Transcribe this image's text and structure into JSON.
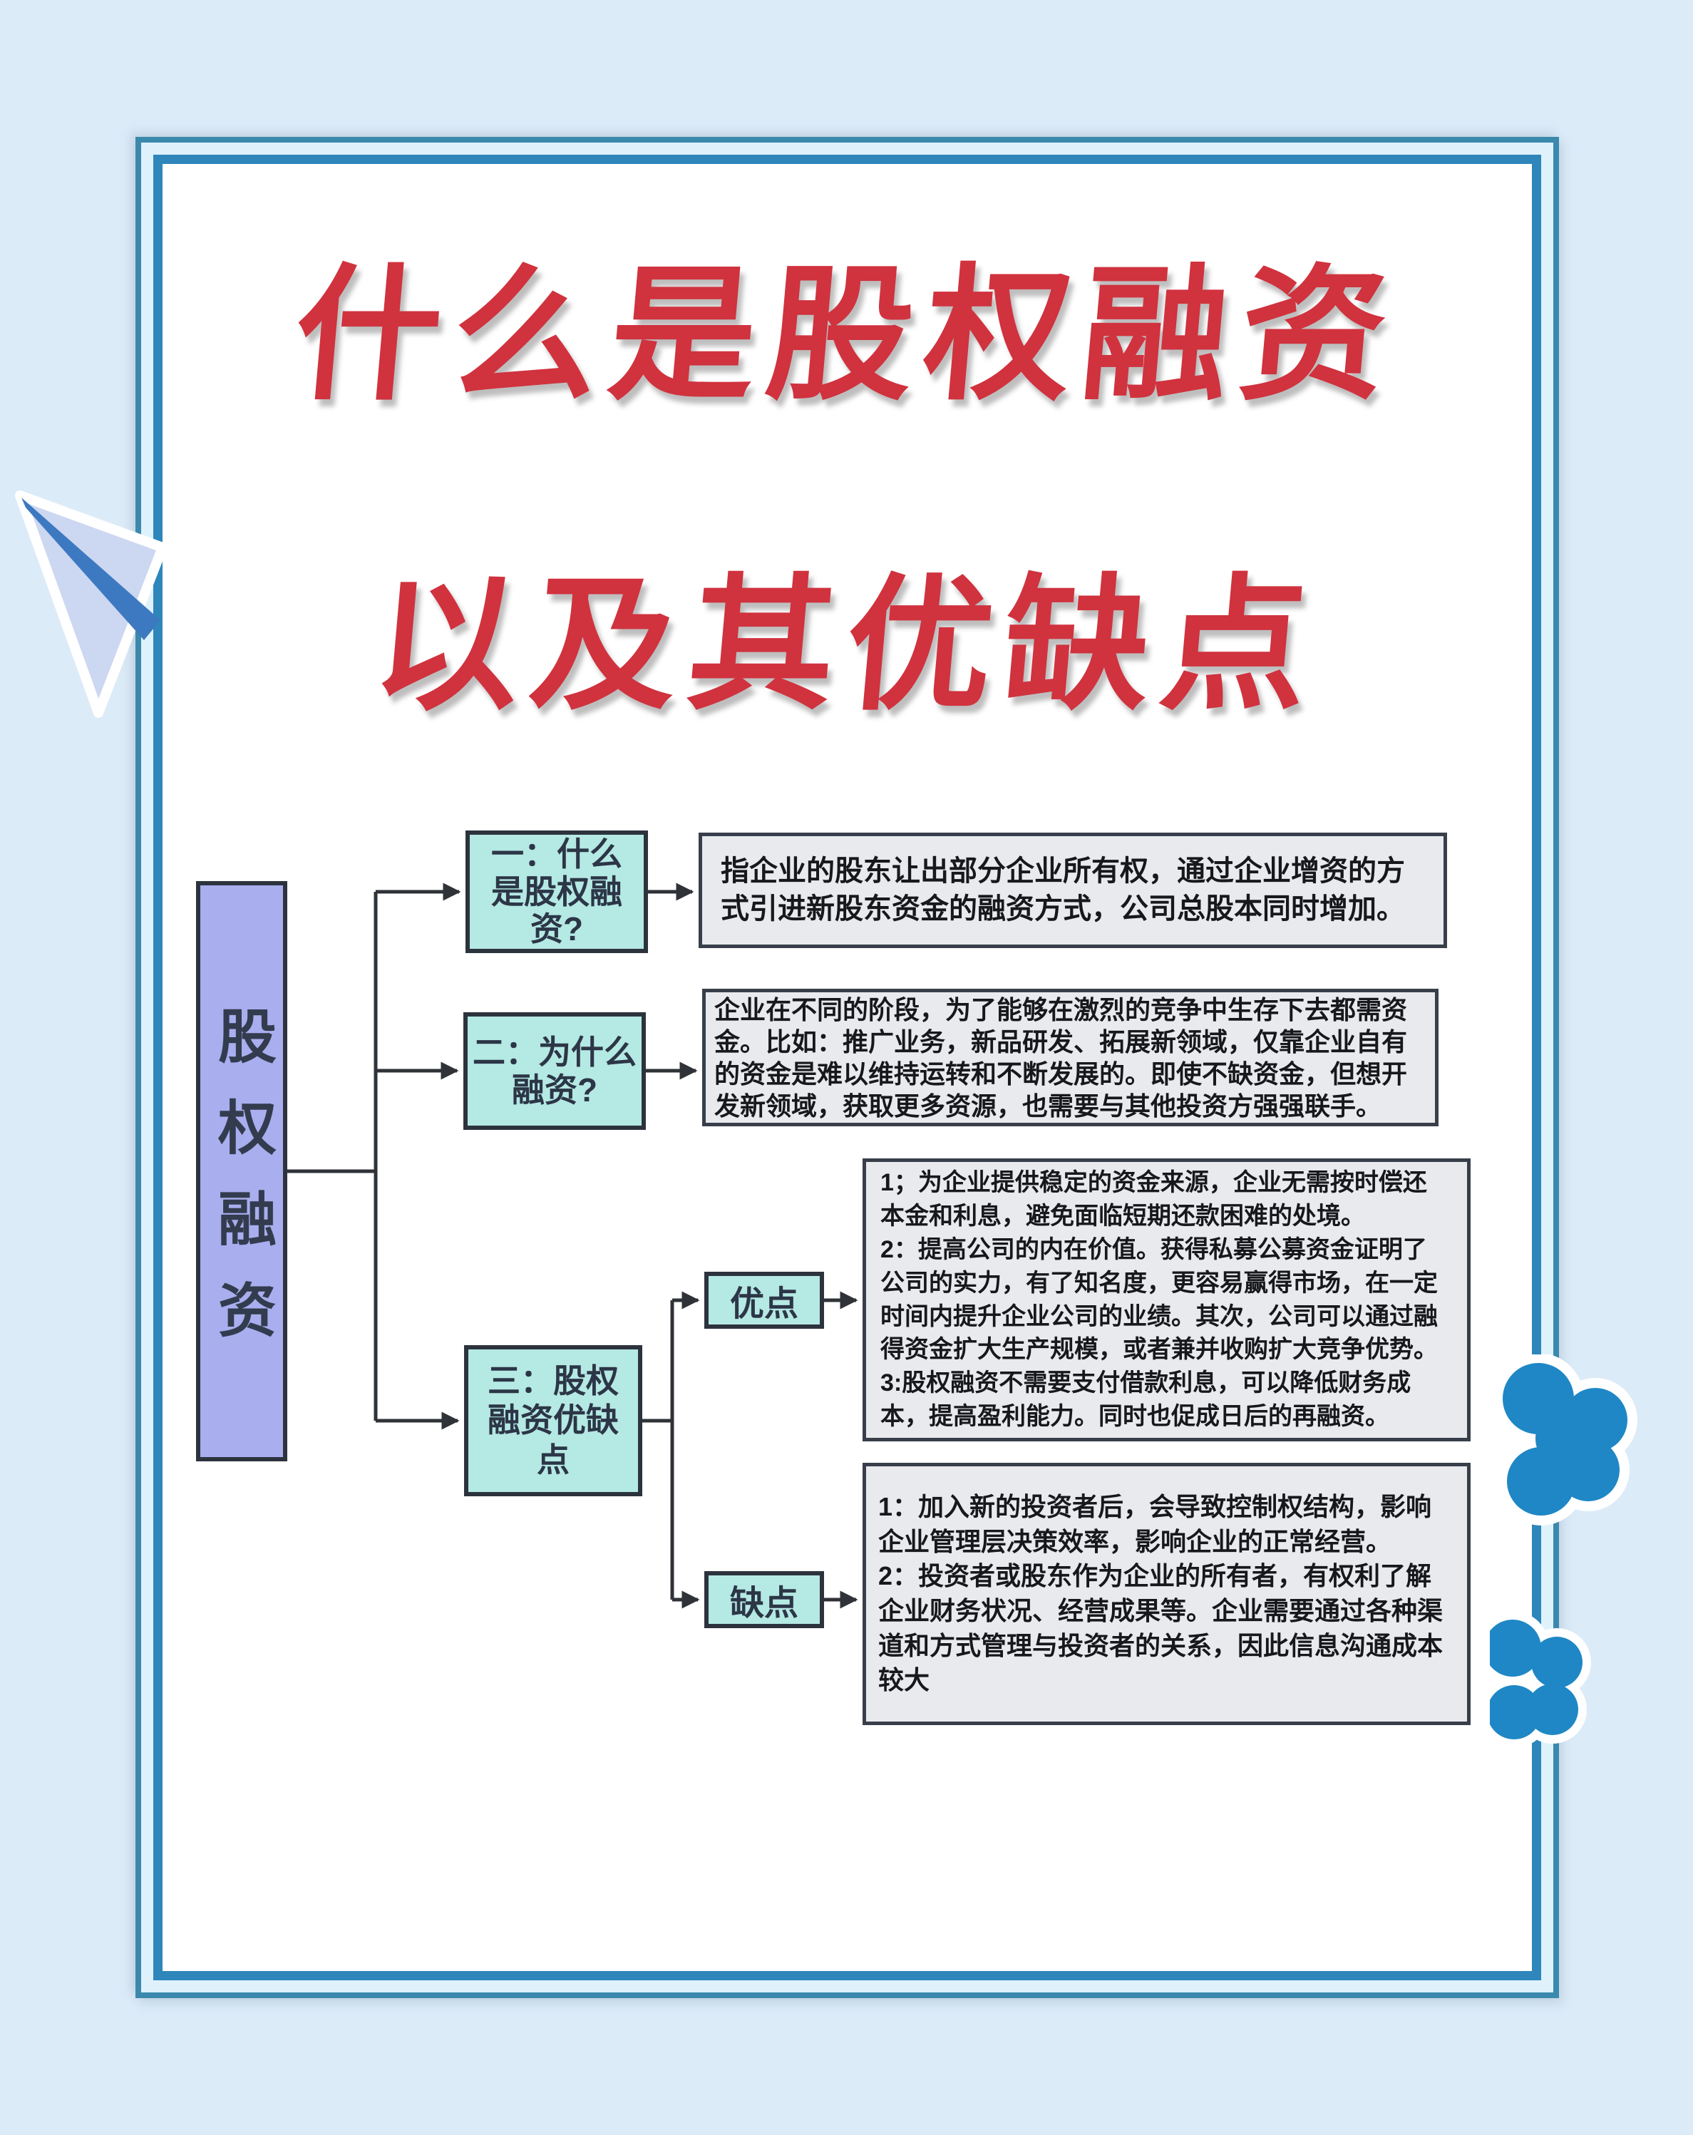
{
  "title": {
    "line1": "什么是股权融资",
    "line2": "以及其优缺点"
  },
  "diagram": {
    "root_label": "股权融资",
    "branch1": {
      "label": "一：什么\n是股权融\n资?",
      "detail": "指企业的股东让出部分企业所有权，通过企业增资的方\n式引进新股东资金的融资方式，公司总股本同时增加。"
    },
    "branch2": {
      "label": "二：为什么\n融资?",
      "detail": "企业在不同的阶段，为了能够在激烈的竞争中生存下去都需资\n金。比如：推广业务，新品研发、拓展新领域，仅靠企业自有\n的资金是难以维持运转和不断发展的。即使不缺资金，但想开\n发新领域，获取更多资源，也需要与其他投资方强强联手。"
    },
    "branch3": {
      "label": "三：股权\n融资优缺\n点",
      "pros_label": "优点",
      "pros_detail": "1；为企业提供稳定的资金来源，企业无需按时偿还\n本金和利息，避免面临短期还款困难的处境。\n2：提高公司的内在价值。获得私募公募资金证明了\n公司的实力，有了知名度，更容易赢得市场，在一定\n时间内提升企业公司的业绩。其次，公司可以通过融\n得资金扩大生产规模，或者兼并收购扩大竞争优势。\n3:股权融资不需要支付借款利息，可以降低财务成\n本，提高盈利能力。同时也促成日后的再融资。",
      "cons_label": "缺点",
      "cons_detail": "1：加入新的投资者后，会导致控制权结构，影响\n企业管理层决策效率，影响企业的正常经营。\n2：投资者或股东作为企业的所有者，有权利了解\n企业财务状况、经营成果等。企业需要通过各种渠\n道和方式管理与投资者的关系，因此信息沟通成本\n较大"
    }
  },
  "colors": {
    "background": "#dcebf8",
    "card_frame_outer": "#3b89ad",
    "card_frame_inner": "#2e86bb",
    "card_gap": "#dff2fc",
    "card_surface": "#ffffff",
    "title_red": "#d0323e",
    "node_teal": "#b5e9e3",
    "root_purple": "#a8aeee",
    "detail_gray": "#e8eaee",
    "box_border": "#2d333d",
    "connector": "#2f3338",
    "flower_blue": "#1f87c5",
    "plane_body": "#ccd7f1",
    "plane_stripe": "#3d79c0"
  }
}
